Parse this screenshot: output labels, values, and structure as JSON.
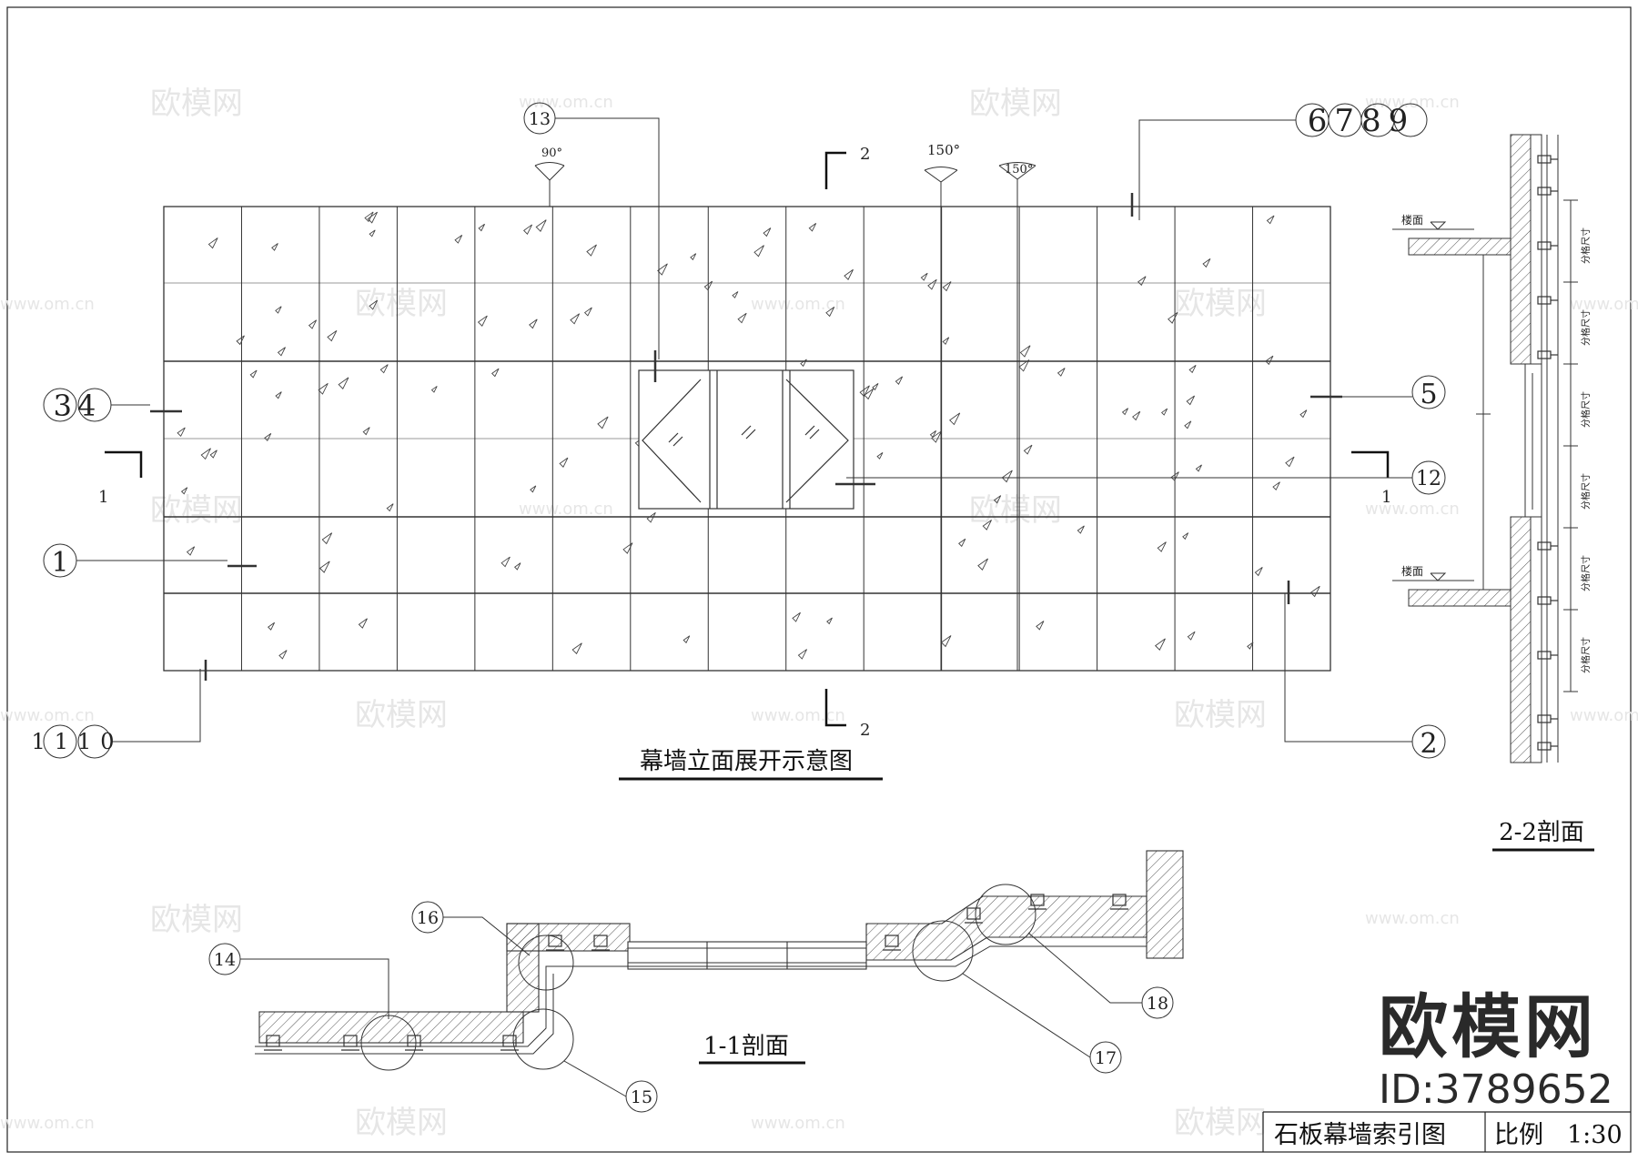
{
  "drawing_title": "石板幕墙索引图",
  "scale_label": "比例",
  "scale_value": "1:30",
  "elevation": {
    "title": "幕墙立面展开示意图",
    "angle_labels": [
      "90°",
      "150°",
      "150°"
    ],
    "section_marks": [
      "1",
      "1",
      "2",
      "2"
    ],
    "callouts": [
      "13",
      "6789",
      "34",
      "5",
      "12",
      "1",
      "1110",
      "2"
    ]
  },
  "section_2_2": {
    "title": "2-2剖面",
    "floor_labels": [
      "楼面",
      "楼面"
    ],
    "dimension_labels": [
      "分格尺寸",
      "分格尺寸",
      "分格尺寸",
      "分格尺寸",
      "分格尺寸",
      "分格尺寸"
    ]
  },
  "section_1_1": {
    "title": "1-1剖面",
    "callouts": [
      "14",
      "15",
      "16",
      "17",
      "18"
    ]
  },
  "watermark": {
    "brand": "欧模网",
    "url": "www.om.cn",
    "id_text": "ID:3789652"
  }
}
